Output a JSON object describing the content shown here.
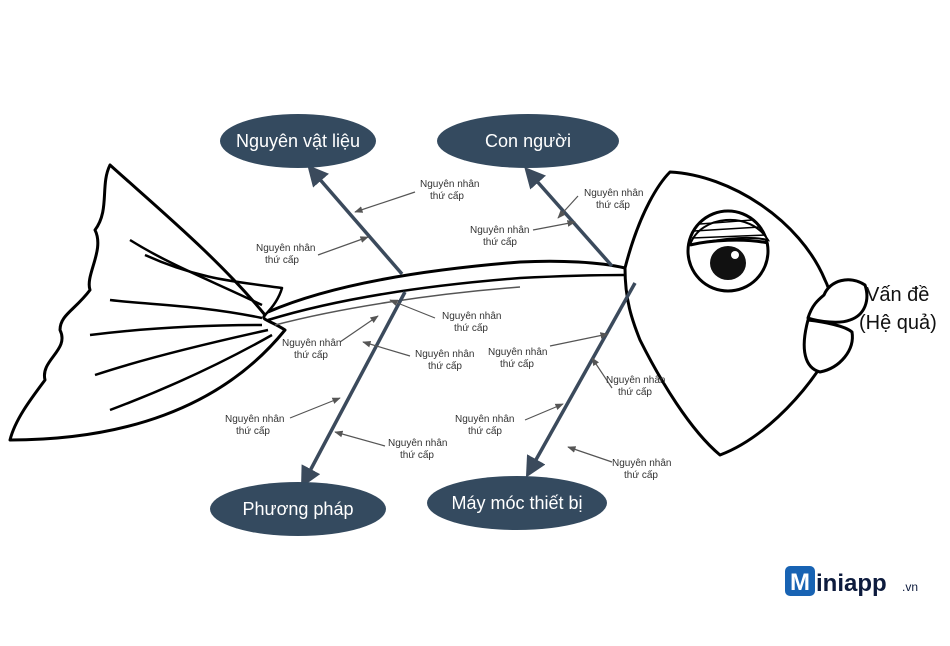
{
  "categories": [
    {
      "id": "materials",
      "label": "Nguyên vật liệu"
    },
    {
      "id": "people",
      "label": "Con người"
    },
    {
      "id": "method",
      "label": "Phương pháp"
    },
    {
      "id": "machines",
      "label": "Máy móc thiết bị"
    }
  ],
  "effect": {
    "line1": "Vấn đề",
    "line2": "(Hệ quả)"
  },
  "sub_cause": {
    "line1": "Nguyên nhân",
    "line2": "thứ cấp"
  },
  "logo": {
    "text": "Miniapp",
    "suffix": ".vn"
  },
  "colors": {
    "category_fill": "#344a5f",
    "bone": "#3b4a5c",
    "outline": "#000000",
    "logo_blue": "#1863b3",
    "logo_dark": "#0d1b3d"
  }
}
